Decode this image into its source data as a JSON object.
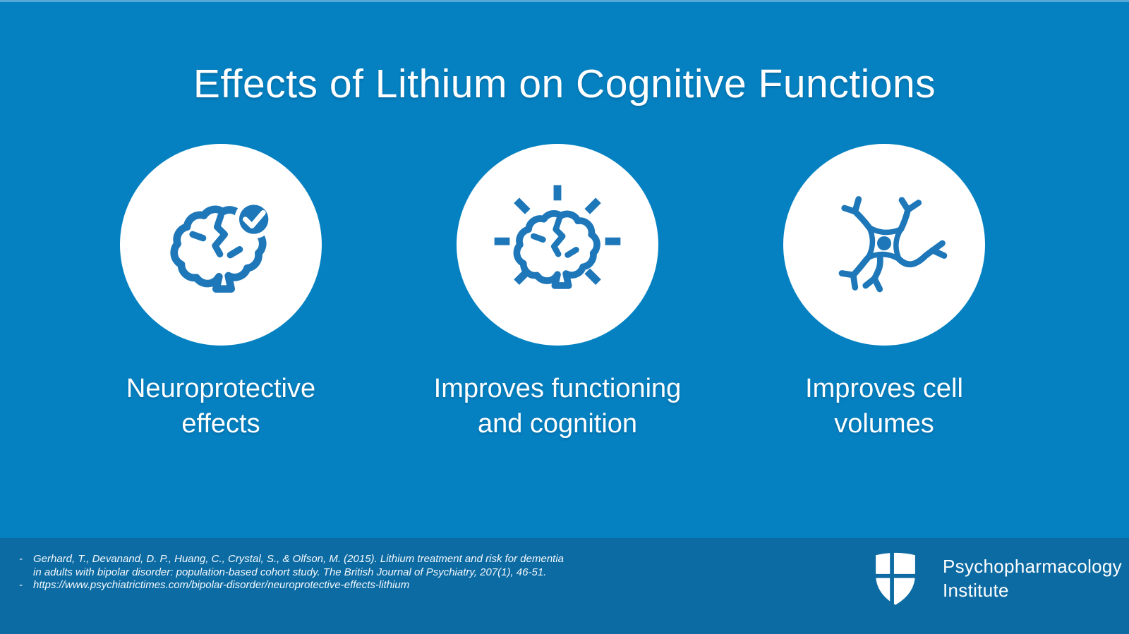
{
  "colors": {
    "background": "#0581c1",
    "footer_background": "#0d6ba3",
    "top_edge_highlight": "#58a7d9",
    "icon_blue": "#1e77b8",
    "text": "#ffffff"
  },
  "title": "Effects of Lithium on Cognitive Functions",
  "cards": [
    {
      "icon": "brain-check-icon",
      "lines": [
        "Neuroprotective",
        "effects"
      ]
    },
    {
      "icon": "brain-rays-icon",
      "lines": [
        "Improves functioning",
        "and cognition"
      ]
    },
    {
      "icon": "neuron-icon",
      "lines": [
        "Improves cell",
        "volumes"
      ]
    }
  ],
  "footer": {
    "citations": [
      {
        "bullet": "-",
        "lines": [
          "Gerhard, T., Devanand, D. P., Huang, C., Crystal, S., & Olfson, M. (2015). Lithium treatment and risk for dementia",
          "in adults with bipolar disorder: population-based cohort study. The British Journal of Psychiatry, 207(1), 46-51."
        ]
      },
      {
        "bullet": "-",
        "lines": [
          "https://www.psychiatrictimes.com/bipolar-disorder/neuroprotective-effects-lithium"
        ]
      }
    ],
    "logo": {
      "icon": "shield-logo-icon",
      "lines": [
        "Psychopharmacology",
        "Institute"
      ]
    }
  }
}
